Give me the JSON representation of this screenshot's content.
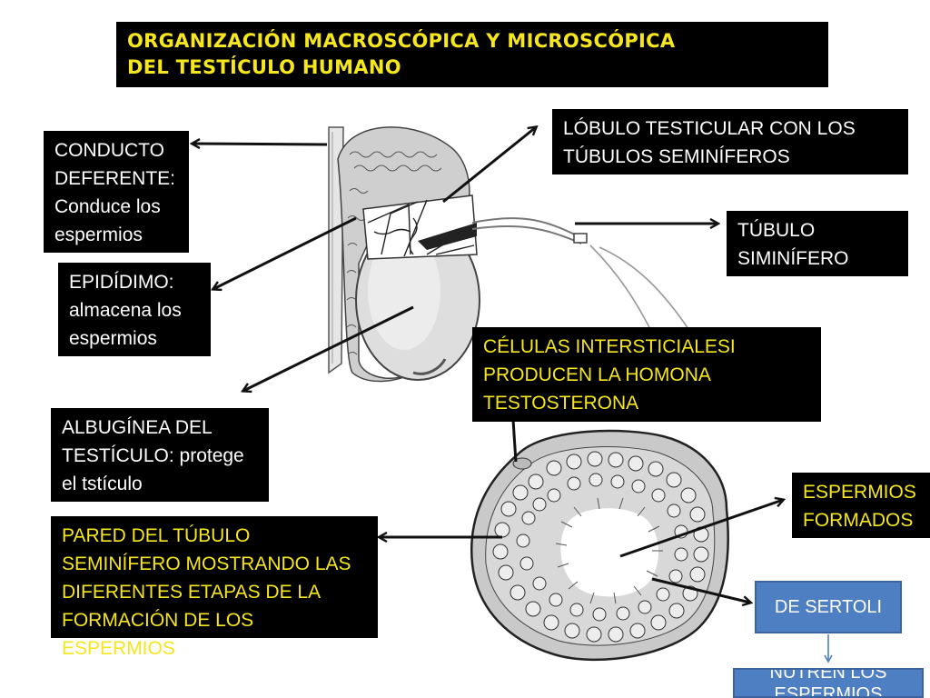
{
  "title": {
    "line1": "ORGANIZACIÓN MACROSCÓPICA Y MICROSCÓPICA",
    "line2": "DEL TESTÍCULO HUMANO"
  },
  "labels": {
    "conducto": [
      "CONDUCTO",
      "DEFERENTE:",
      "Conduce los",
      "espermios"
    ],
    "epididimo": [
      "EPIDÍDIMO:",
      "almacena los",
      "espermios"
    ],
    "albuginea": [
      "ALBUGÍNEA DEL",
      "TESTÍCULO: protege",
      "el tstículo"
    ],
    "lobulo": [
      "LÓBULO TESTICULAR CON LOS",
      "TÚBULOS SEMINÍFEROS"
    ],
    "tubulo": [
      "TÚBULO",
      "SIMINÍFERO"
    ],
    "celulas": [
      "CÉLULAS  INTERSTICIALESI",
      "PRODUCEN LA HOMONA",
      "TESTOSTERONA"
    ],
    "espermios_formados": [
      "ESPERMIOS",
      "FORMADOS"
    ],
    "pared": [
      "PARED DEL TÚBULO",
      "SEMINÍFERO MOSTRANDO LAS",
      "DIFERENTES ETAPAS DE LA",
      "FORMACIÓN DE LOS ESPERMIOS"
    ],
    "sertoli": "DE SERTOLI",
    "nutren": [
      "NUTREN LOS",
      "ESPERMIOS"
    ]
  },
  "colors": {
    "box_bg": "#000000",
    "highlight_text": "#f5e61e",
    "sertoli_box": "#4f7fc3"
  }
}
